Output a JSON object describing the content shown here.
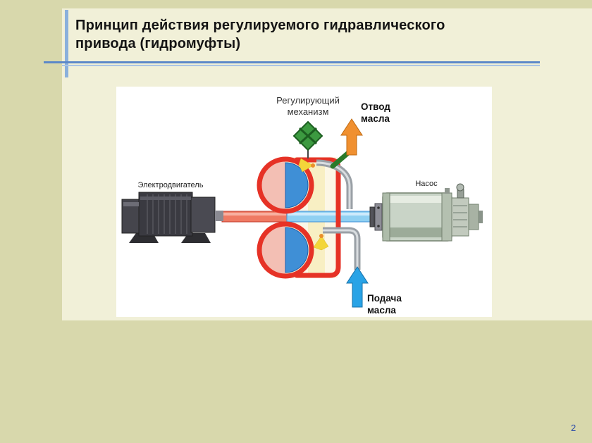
{
  "slide": {
    "title_lines": [
      "Принцип действия регулируемого гидравлического",
      "привода (гидромуфты)"
    ],
    "page_number": "2",
    "colors": {
      "background": "#d8d8ac",
      "panel": "#f1f0d8",
      "accent_line_dark": "#5c88c8",
      "accent_line_light": "#aac4e4"
    }
  },
  "diagram": {
    "labels": {
      "regulator_line1": "Регулирующий",
      "regulator_line2": "механизм",
      "oil_outlet_line1": "Отвод",
      "oil_outlet_line2": "масла",
      "oil_supply_line1": "Подача",
      "oil_supply_line2": "масла",
      "motor": "Электродвигатель",
      "pump": "Насос"
    },
    "colors": {
      "hot_circuit_red": "#e63226",
      "cold_circuit_blue": "#3f8fd6",
      "oil_outlet_arrow_orange": "#f09030",
      "oil_supply_arrow_blue": "#29a3e6",
      "regulator_green": "#3c9a40",
      "pipe_gray": "#9aa0a6"
    }
  }
}
